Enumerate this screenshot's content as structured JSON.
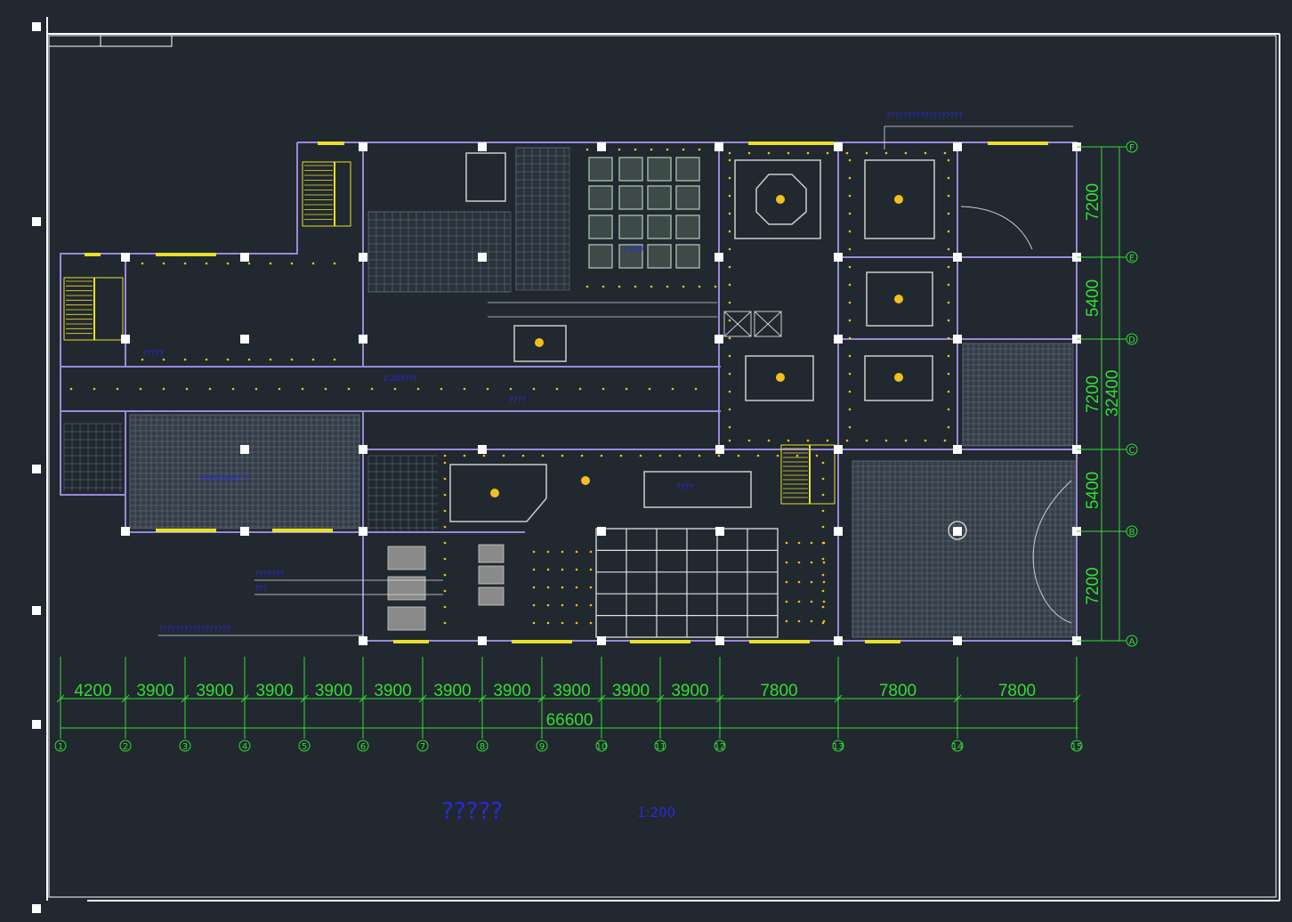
{
  "drawing": {
    "title": "?????",
    "scale": "1:200",
    "top_note": "??????????????????",
    "left_notes": [
      "???????",
      "???",
      "?????????????????"
    ],
    "room_labels": [
      "2.30????",
      "2.800",
      "????",
      "600X600???",
      "????",
      "?????"
    ]
  },
  "dimensions": {
    "columns": [
      "4200",
      "3900",
      "3900",
      "3900",
      "3900",
      "3900",
      "3900",
      "3900",
      "3900",
      "3900",
      "3900",
      "7800",
      "7800",
      "7800"
    ],
    "total": "66600",
    "rows_top_to_bottom": [
      "7200",
      "5400",
      "7200",
      "5400",
      "7200"
    ],
    "rows_total": "32400"
  },
  "axes": {
    "numbers": [
      "1",
      "2",
      "3",
      "4",
      "5",
      "6",
      "7",
      "8",
      "9",
      "10",
      "11",
      "12",
      "13",
      "14",
      "15"
    ],
    "letters": [
      "F",
      "E",
      "D",
      "C",
      "B",
      "A"
    ]
  },
  "colors": {
    "background": "#212830",
    "frame": "#ffffff",
    "dimension": "#33dd33",
    "wall": "#9a8ad8",
    "light": "#f0c020",
    "label": "#2a2ad8",
    "accent_fill": "#e8e02a"
  }
}
